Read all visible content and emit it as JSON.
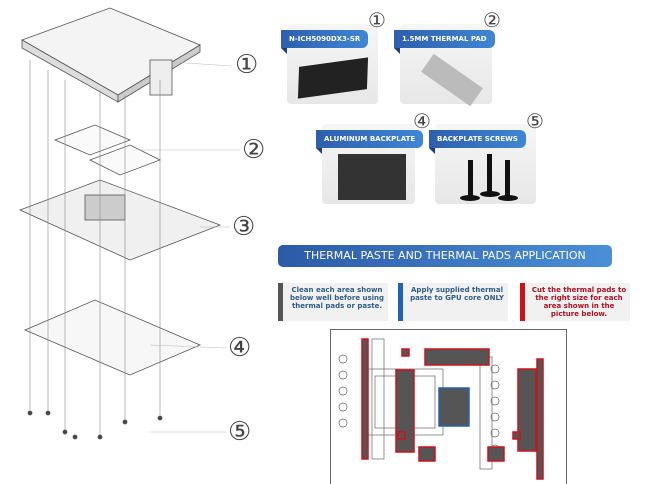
{
  "callouts": [
    "①",
    "②",
    "③",
    "④",
    "⑤"
  ],
  "cards": [
    {
      "number": "①",
      "label": "N-ICH5090DX3-SR"
    },
    {
      "number": "②",
      "label": "1.5MM THERMAL PAD"
    },
    {
      "number": "④",
      "label": "ALUMINUM BACKPLATE"
    },
    {
      "number": "⑤",
      "label": "BACKPLATE SCREWS"
    }
  ],
  "banner": "THERMAL PASTE AND THERMAL PADS APPLICATION",
  "notes": [
    {
      "text": "Clean each area shown below well before using thermal pads or paste.",
      "color": "#555555",
      "text_color": "#2f5e8c"
    },
    {
      "text": "Apply supplied thermal paste to GPU core ONLY",
      "color": "#1f63b5",
      "text_color": "#2f5e8c"
    },
    {
      "text": "Cut the thermal pads to the right size for each area shown in the picture below.",
      "color": "#d0101a",
      "text_color": "#b01020"
    }
  ]
}
